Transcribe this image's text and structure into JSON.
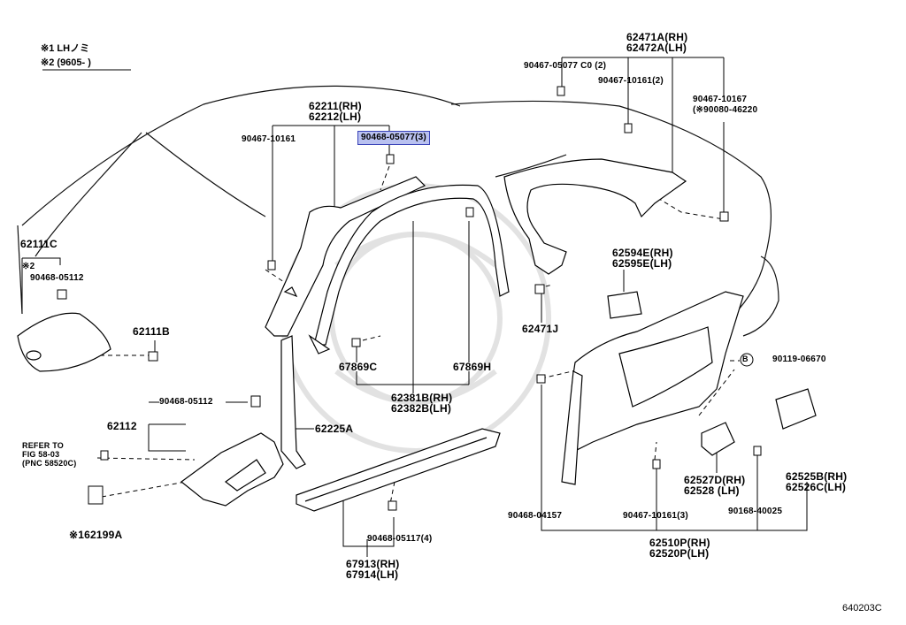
{
  "notes": [
    {
      "mark": "※1",
      "text": "LHノミ"
    },
    {
      "mark": "※2",
      "text": "(9605-      )"
    }
  ],
  "labels": {
    "p62211": [
      "62211(RH)",
      "62212(LH)"
    ],
    "p90467_10161_a": "90467-10161",
    "p90468_05077": "90468-05077(3)",
    "p62111c": "62111C",
    "p62111c_note": "※2",
    "p90468_05112_a": "90468-05112",
    "p62111b": "62111B",
    "p90468_05112_b": "90468-05112",
    "p62112": "62112",
    "refer": [
      "REFER TO",
      "FIG 58-03",
      "(PNC 58520C)"
    ],
    "p62199a": "※162199A",
    "p67869c": "67869C",
    "p67869h": "67869H",
    "p62381b": [
      "62381B(RH)",
      "62382B(LH)"
    ],
    "p62225a": "62225A",
    "p90468_05117": "90468-05117(4)",
    "p67913": [
      "67913(RH)",
      "67914(LH)"
    ],
    "p62471a": [
      "62471A(RH)",
      "62472A(LH)"
    ],
    "p90467_05077": "90467-05077 C0 (2)",
    "p90467_10161_b": "90467-10161(2)",
    "p90467_10167": [
      "90467-10167",
      "(※90080-46220"
    ],
    "p62594e": [
      "62594E(RH)",
      "62595E(LH)"
    ],
    "p62471j": "62471J",
    "p90119": "90119-06670",
    "p90119_mark": "B",
    "p62527d": [
      "62527D(RH)",
      "62528  (LH)"
    ],
    "p62525b": [
      "62525B(RH)",
      "62526C(LH)"
    ],
    "p90468_04157": "90468-04157",
    "p90467_10161_c": "90467-10161(3)",
    "p90168": "90168-40025",
    "p62510p": [
      "62510P(RH)",
      "62520P(LH)"
    ],
    "figure_code": "640203C"
  }
}
